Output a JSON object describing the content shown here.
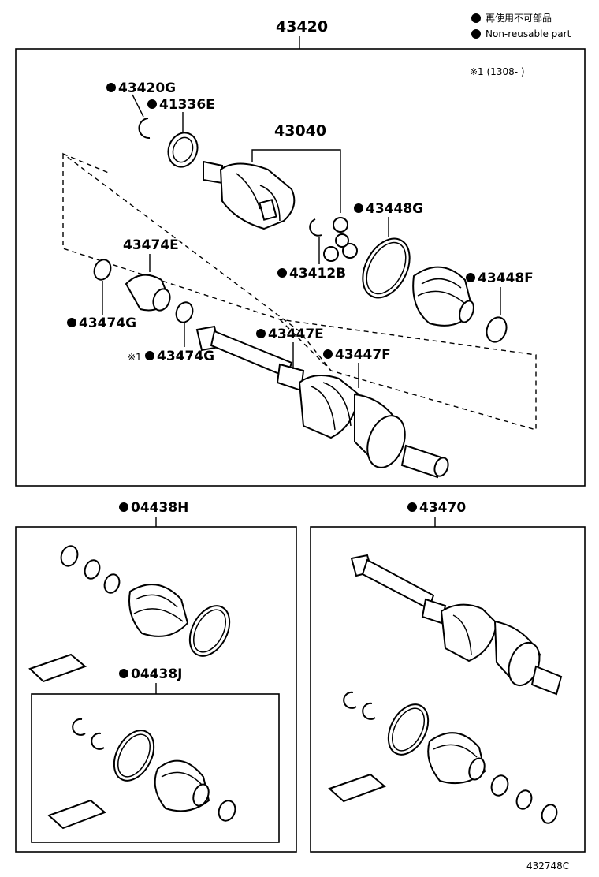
{
  "legend": {
    "jp": "再使用不可部品",
    "en": "Non-reusable part"
  },
  "top_assembly": {
    "number": "43420",
    "note": "※1 (1308-     )",
    "parts": {
      "p43420g": "43420G",
      "p41336e": "41336E",
      "p43040": "43040",
      "p43448g": "43448G",
      "p43474e": "43474E",
      "p43412b": "43412B",
      "p43448f": "43448F",
      "p43474g": "43474G",
      "p43474g_note": "※1",
      "p43474g_2": "43474G",
      "p43447e": "43447E",
      "p43447f": "43447F"
    }
  },
  "left_kit": {
    "number": "04438H",
    "inner_number": "04438J"
  },
  "right_kit": {
    "number": "43470"
  },
  "diagram_id": "432748C"
}
